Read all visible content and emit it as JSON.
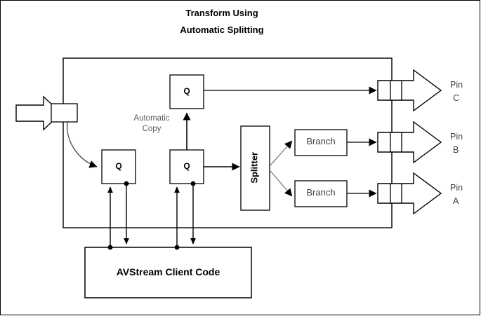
{
  "title": {
    "line1": "Transform Using",
    "line2": "Automatic Splitting"
  },
  "colors": {
    "stroke": "#000000",
    "thin_stroke": "#6b6b6b",
    "text_dark": "#000000",
    "text_gray": "#5a5a5a",
    "text_box": "#3f3f3f",
    "background": "#ffffff"
  },
  "diagram": {
    "filter_boundary_label": "",
    "input_pin": {
      "name": "input-pin-arrow"
    },
    "input_socket": {
      "name": "input-pin-socket"
    },
    "queues": [
      {
        "id": "q-input",
        "label": "Q"
      },
      {
        "id": "q-main",
        "label": "Q"
      },
      {
        "id": "q-copy",
        "label": "Q"
      }
    ],
    "automatic_copy_label": {
      "line1": "Automatic",
      "line2": "Copy"
    },
    "splitter": {
      "label": "Splitter"
    },
    "branches": [
      {
        "id": "branch-upper",
        "label": "Branch"
      },
      {
        "id": "branch-lower",
        "label": "Branch"
      }
    ],
    "output_pins": [
      {
        "id": "pin-c",
        "line1": "Pin",
        "line2": "C"
      },
      {
        "id": "pin-b",
        "line1": "Pin",
        "line2": "B"
      },
      {
        "id": "pin-a",
        "line1": "Pin",
        "line2": "A"
      }
    ],
    "client": {
      "label": "AVStream Client Code"
    }
  }
}
